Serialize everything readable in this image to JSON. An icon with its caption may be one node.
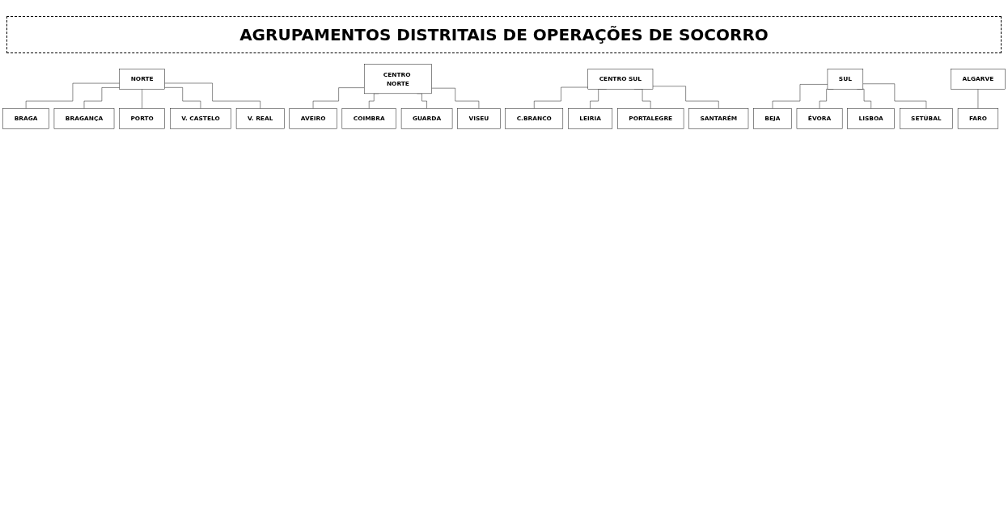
{
  "diagram": {
    "title": "AGRUPAMENTOS DISTRITAIS DE OPERAÇÕES DE SOCORRO",
    "nodes": [
      {
        "text": [
          "NORTE"
        ]
      },
      {
        "text": [
          "BRAGA"
        ]
      },
      {
        "text": [
          "BRAGANÇA"
        ]
      },
      {
        "text": [
          "PORTO"
        ]
      },
      {
        "text": [
          "V. CASTELO"
        ]
      },
      {
        "text": [
          "V. REAL"
        ]
      },
      {
        "text": [
          "CENTRO NORTE"
        ]
      },
      {
        "text": [
          "AVEIRO"
        ]
      },
      {
        "text": [
          "COIMBRA"
        ]
      },
      {
        "text": [
          "GUARDA"
        ]
      },
      {
        "text": [
          "VISEU"
        ]
      },
      {
        "text": [
          "CENTRO SUL"
        ]
      },
      {
        "text": [
          "C.BRANCO"
        ]
      },
      {
        "text": [
          "LEIRIA"
        ]
      },
      {
        "text": [
          "PORTALEGRE"
        ]
      },
      {
        "text": [
          "SANTARÉM"
        ]
      },
      {
        "text": [
          "SUL"
        ]
      },
      {
        "text": [
          "BEJA"
        ]
      },
      {
        "text": [
          "ÉVORA"
        ]
      },
      {
        "text": [
          "LISBOA"
        ]
      },
      {
        "text": [
          "SETÚBAL"
        ]
      },
      {
        "text": [
          "ALGARVE"
        ]
      },
      {
        "text": [
          "FARO"
        ]
      }
    ],
    "edges": [
      {
        "from": 0,
        "to": 1,
        "arrow": "none"
      },
      {
        "from": 0,
        "to": 2,
        "arrow": "none"
      },
      {
        "from": 0,
        "to": 3,
        "arrow": "none"
      },
      {
        "from": 0,
        "to": 4,
        "arrow": "none"
      },
      {
        "from": 0,
        "to": 5,
        "arrow": "none"
      },
      {
        "from": 6,
        "to": 7,
        "arrow": "none"
      },
      {
        "from": 6,
        "to": 8,
        "arrow": "none"
      },
      {
        "from": 6,
        "to": 9,
        "arrow": "none"
      },
      {
        "from": 6,
        "to": 10,
        "arrow": "none"
      },
      {
        "from": 11,
        "to": 12,
        "arrow": "none"
      },
      {
        "from": 11,
        "to": 13,
        "arrow": "none"
      },
      {
        "from": 11,
        "to": 14,
        "arrow": "none"
      },
      {
        "from": 11,
        "to": 15,
        "arrow": "none"
      },
      {
        "from": 16,
        "to": 17,
        "arrow": "none"
      },
      {
        "from": 16,
        "to": 18,
        "arrow": "none"
      },
      {
        "from": 16,
        "to": 19,
        "arrow": "none"
      },
      {
        "from": 16,
        "to": 20,
        "arrow": "none"
      },
      {
        "from": 21,
        "to": 22,
        "arrow": "none"
      }
    ]
  }
}
